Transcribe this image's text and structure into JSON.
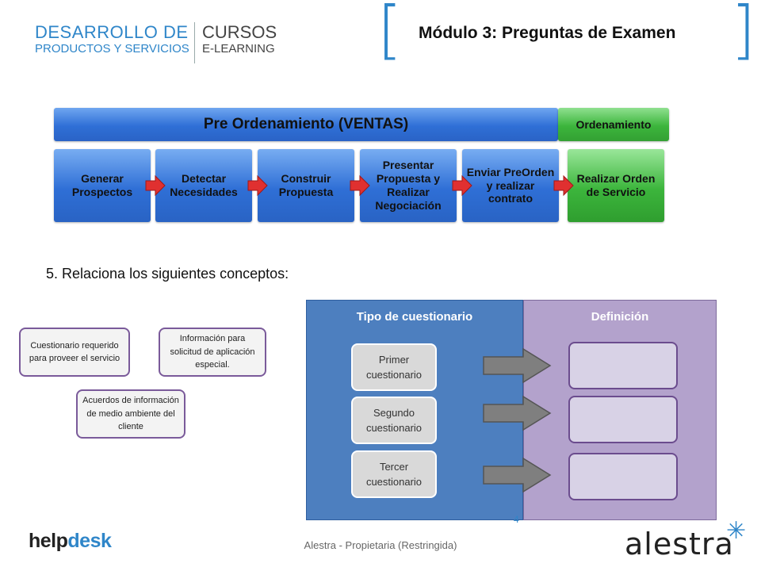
{
  "header": {
    "logo_line1": "DESARROLLO DE",
    "logo_line2": "PRODUCTOS Y SERVICIOS",
    "logo_line3": "CURSOS",
    "logo_line4": "E-LEARNING",
    "title": "Módulo 3: Preguntas de Examen"
  },
  "process": {
    "main_bar": "Pre Ordenamiento (VENTAS)",
    "side_bar": "Ordenamiento",
    "steps": [
      "Generar Prospectos",
      "Detectar Necesidades",
      "Construir Propuesta",
      "Presentar Propuesta y Realizar Negociación",
      "Enviar PreOrden y realizar contrato",
      "Realizar Orden de Servicio"
    ]
  },
  "question": "5. Relaciona los siguientes conceptos:",
  "concepts": [
    "Cuestionario requerido para proveer el servicio",
    "Información para solicitud de aplicación especial.",
    "Acuerdos de información de medio ambiente del cliente"
  ],
  "table": {
    "left_header": "Tipo de cuestionario",
    "right_header": "Definición",
    "items": [
      "Primer cuestionario",
      "Segundo cuestionario",
      "Tercer cuestionario"
    ]
  },
  "footer": {
    "page_number": "4",
    "text": "Alestra - Propietaria (Restringida)",
    "help_part1": "help",
    "help_part2": "desk",
    "brand": "alestra",
    "star": "✳"
  },
  "colors": {
    "accent": "#2f86c9",
    "blue_bar": "#2f6fd6",
    "green_bar": "#3cb53c",
    "panel_blue": "#4d7fbf",
    "panel_purple": "#b3a2cc",
    "arrow_red": "#e03030"
  }
}
